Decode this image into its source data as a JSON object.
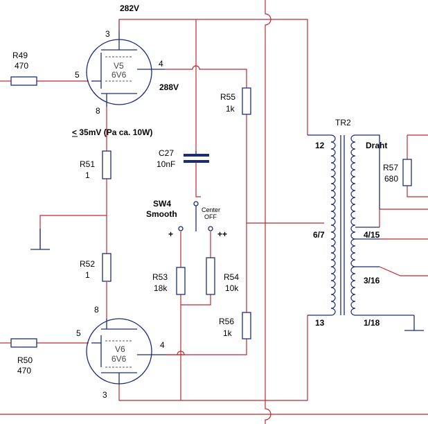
{
  "voltages": {
    "top_supply": "282V",
    "v5_screen": "288V",
    "cathode_note": "< 35mV  (Pa ca. 10W)"
  },
  "resistors": {
    "r49": {
      "name": "R49",
      "value": "470"
    },
    "r50": {
      "name": "R50",
      "value": "470"
    },
    "r51": {
      "name": "R51",
      "value": "1"
    },
    "r52": {
      "name": "R52",
      "value": "1"
    },
    "r53": {
      "name": "R53",
      "value": "18k"
    },
    "r54": {
      "name": "R54",
      "value": "10k"
    },
    "r55": {
      "name": "R55",
      "value": "1k"
    },
    "r56": {
      "name": "R56",
      "value": "1k"
    },
    "r57": {
      "name": "R57",
      "value": "680"
    }
  },
  "capacitor": {
    "name": "C27",
    "value": "10nF"
  },
  "switch": {
    "name": "SW4",
    "mode": "Smooth",
    "center_line1": "Center",
    "center_line2": "OFF",
    "plus": "+",
    "plusplus": "++"
  },
  "tubes": {
    "v5": {
      "name": "V5",
      "type": "6V6",
      "pin_anode": "3",
      "pin_grid": "5",
      "pin_screen": "4",
      "pin_cathode": "8"
    },
    "v6": {
      "name": "V6",
      "type": "6V6",
      "pin_anode": "3",
      "pin_grid": "5",
      "pin_screen": "4",
      "pin_cathode": "8"
    }
  },
  "transformer": {
    "name": "TR2",
    "primary_taps": [
      "12",
      "6/7",
      "13"
    ],
    "secondary_taps": [
      "Draht",
      "4/15",
      "3/16",
      "1/18"
    ]
  }
}
